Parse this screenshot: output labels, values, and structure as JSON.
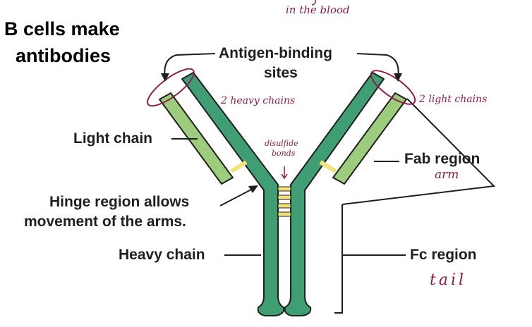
{
  "title_line1": "B cells make",
  "title_line2": "antibodies",
  "labels": {
    "antigen_line1": "Antigen-binding",
    "antigen_line2": "sites",
    "light_chain": "Light chain",
    "hinge_line1": "Hinge region allows",
    "hinge_line2": "movement of the arms.",
    "heavy_chain": "Heavy chain",
    "fab_region": "Fab region",
    "fc_region": "Fc region"
  },
  "handwritten": {
    "top_note": "in the blood",
    "heavy_chains": "2 heavy chains",
    "light_chains": "2 light chains",
    "disulfide_line1": "disulfide",
    "disulfide_line2": "bonds",
    "arm": "arm",
    "tail": "tail"
  },
  "colors": {
    "heavy_chain": "#3f9e73",
    "light_chain": "#9ccc7c",
    "disulfide": "#f3e27a",
    "outline": "#1f1f1f",
    "ink": "#8c1f47"
  }
}
